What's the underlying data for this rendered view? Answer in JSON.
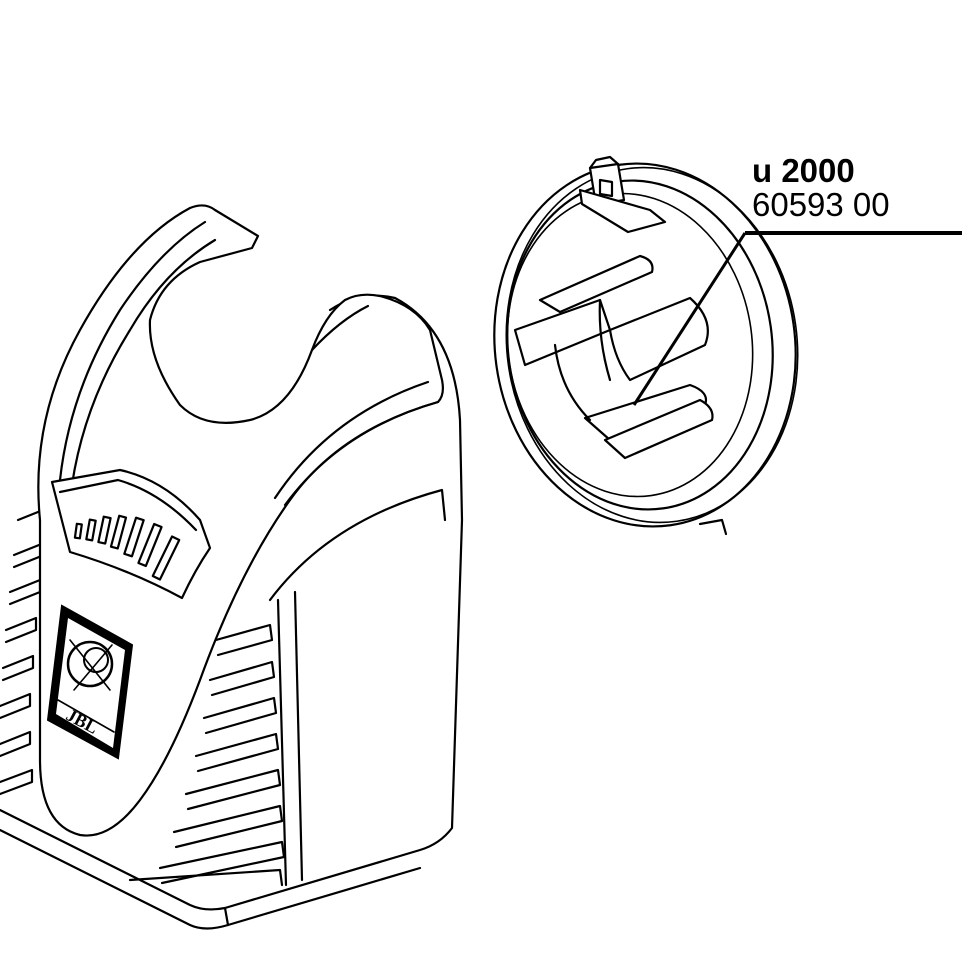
{
  "figure": {
    "callout": {
      "model": "u 2000",
      "part_number": "60593 00"
    },
    "housing": {
      "logo_text": "JBL"
    },
    "colors": {
      "line": "#000000",
      "background": "#ffffff"
    }
  }
}
